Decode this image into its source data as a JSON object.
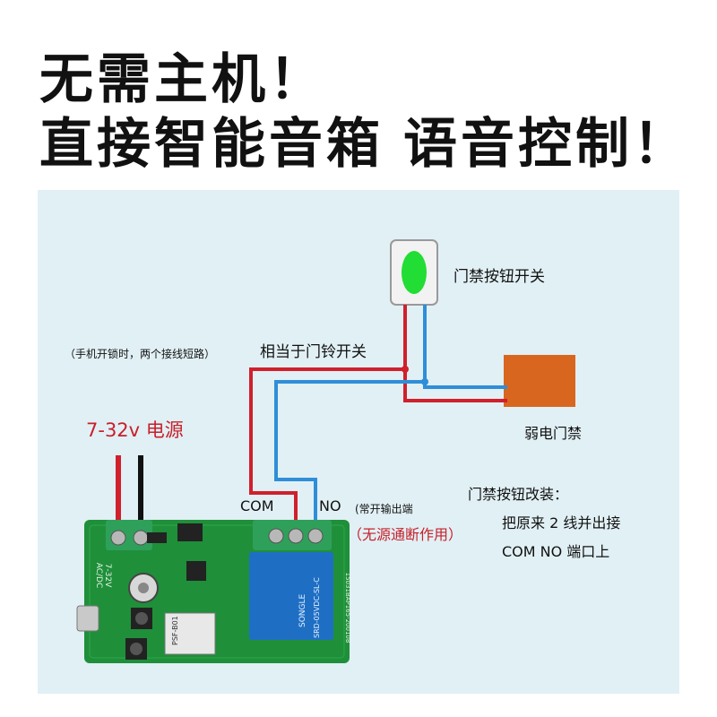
{
  "headline": {
    "line1": "无需主机！",
    "line2a": "直接智能音箱",
    "line2b": "语音控制！"
  },
  "labels": {
    "button": "门禁按钮开关",
    "short_note": "（手机开锁时，两个接线短路）",
    "doorbell": "相当于门铃开关",
    "weak_lock": "弱电门禁",
    "power": "7-32v 电源",
    "com": "COM",
    "no": "NO",
    "normally_open": "(常开输出端",
    "passive": "（无源通断作用）",
    "mod_title": "门禁按钮改装：",
    "mod_line1": "把原来 2 线并出接",
    "mod_line2": "COM NO 端口上"
  },
  "board": {
    "relay_text_1": "SONGLE",
    "relay_text_2": "SRD-05VDC-SL-C",
    "board_code": "15031BAP165-200108",
    "silk_acdc": "AC/DC",
    "silk_range": "7-32V",
    "module_text": "PSF-B01"
  },
  "colors": {
    "wire_red": "#d0202c",
    "wire_blue": "#2f8ed8",
    "panel_bg": "#e1f0f5",
    "board_green": "#1f8f3a",
    "lock_orange": "#d9661e",
    "button_green": "#22dd33"
  }
}
